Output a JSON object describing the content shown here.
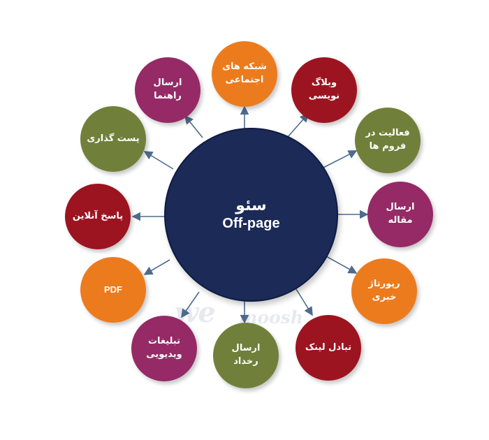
{
  "center": {
    "title": "سئو",
    "subtitle": "Off-page"
  },
  "watermark": {
    "word_left": "we",
    "word_right": "moosh"
  },
  "colors": {
    "center": "#1b2a57",
    "maroon": "#9c1420",
    "plum": "#952a66",
    "orange": "#ec7b1d",
    "olive": "#70803a",
    "connector": "#4d6b8d"
  },
  "nodes": {
    "social": {
      "label": "شبکه های اجتماعی"
    },
    "blog": {
      "label": "وبلاگ نویسی"
    },
    "forums": {
      "label": "فعالیت در فروم ها"
    },
    "article": {
      "label": "ارسال مقاله"
    },
    "news": {
      "label": "رپورتاژ خبری"
    },
    "link_exchange": {
      "label": "تبادل لینک"
    },
    "event": {
      "label": "ارسال رخداد"
    },
    "video_ads": {
      "label": "تبلیغات ویدیویی"
    },
    "pdf": {
      "label": "PDF"
    },
    "online_answer": {
      "label": "پاسخ آنلاین"
    },
    "guest_post": {
      "label": "پست گذاری"
    },
    "guide": {
      "label": "ارسال راهنما"
    }
  }
}
